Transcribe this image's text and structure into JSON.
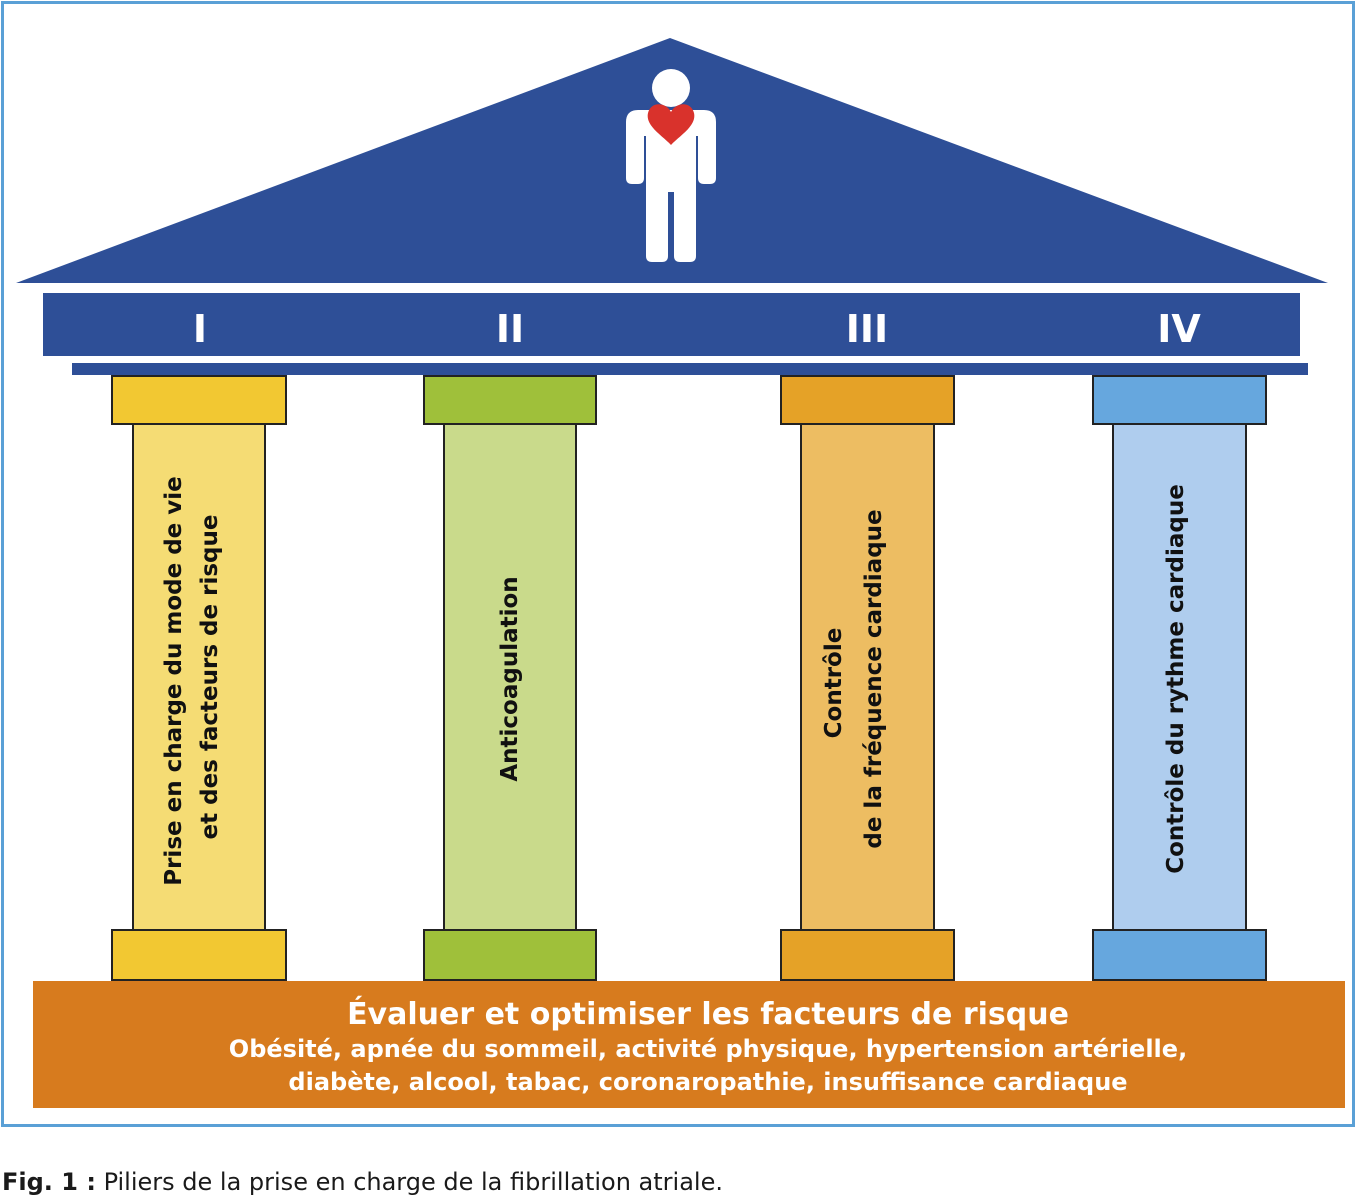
{
  "columns": [
    {
      "numeral": "I",
      "lines": [
        "Prise en charge du mode de vie",
        "et des facteurs de risque"
      ],
      "capital_color": "#f2c832",
      "shaft_color": "#f5dc74"
    },
    {
      "numeral": "II",
      "lines": [
        "Anticoagulation"
      ],
      "capital_color": "#9fc03a",
      "shaft_color": "#c9da8b"
    },
    {
      "numeral": "III",
      "lines": [
        "Contrôle",
        "de la fréquence cardiaque"
      ],
      "capital_color": "#e5a227",
      "shaft_color": "#edbd62"
    },
    {
      "numeral": "IV",
      "lines": [
        "Contrôle du rythme cardiaque"
      ],
      "capital_color": "#66a7de",
      "shaft_color": "#afcdee"
    }
  ],
  "base": {
    "title": "Évaluer et optimiser les facteurs de risque",
    "line1": "Obésité, apnée du sommeil, activité physique, hypertension artérielle,",
    "line2": "diabète, alcool, tabac, coronaropathie, insuffisance cardiaque",
    "color": "#d77b1e"
  },
  "caption": {
    "label": "Fig. 1 :",
    "text": " Piliers de la prise en charge de la fibrillation atriale."
  },
  "colors": {
    "roof": "#2e4f97",
    "heart": "#d9322c",
    "frame": "#5aa0d6"
  },
  "icons": {
    "person": "person-with-heart-icon"
  }
}
